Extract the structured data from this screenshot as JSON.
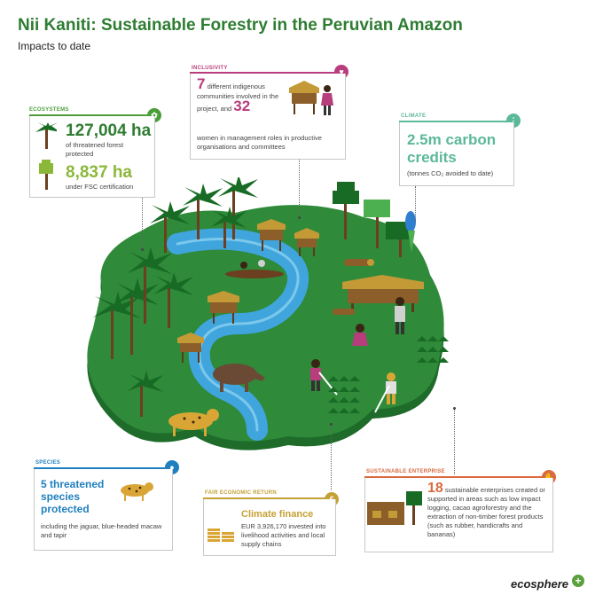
{
  "header": {
    "title": "Nii Kaniti: Sustainable Forestry in the Peruvian Amazon",
    "subtitle": "Impacts to date"
  },
  "colors": {
    "title_green": "#2e7d32",
    "ecosystems": "#4a9d3a",
    "inclusivity": "#b83d7c",
    "climate": "#5bb89a",
    "species": "#1f7fbf",
    "fair_economic": "#c4a136",
    "sustainable_enterprise": "#d96a3f",
    "forest_green": "#2f8a3a",
    "river_blue": "#3fa5dc"
  },
  "ecosystems": {
    "category": "ECOSYSTEMS",
    "icon": "leaf-icon",
    "stat1": {
      "value": "127,004 ha",
      "text": "of threatened forest protected",
      "icon": "palm-tree-icon"
    },
    "stat2": {
      "value": "8,837 ha",
      "text": "under FSC certification",
      "icon": "tree-icon"
    }
  },
  "inclusivity": {
    "category": "INCLUSIVITY",
    "icon": "heart-icon",
    "num1": "7",
    "text1": "different indigenous communities involved in the project, and",
    "num2": "32",
    "text2": "women in management roles in productive organisations and committees",
    "icons": [
      "stilt-house-icon",
      "woman-icon"
    ]
  },
  "climate": {
    "category": "CLIMATE",
    "icon": "thermometer-icon",
    "value": "2.5m carbon credits",
    "note": "(tonnes CO₂ avoided to date)"
  },
  "species": {
    "category": "SPECIES",
    "icon": "paw-icon",
    "value": "5 threatened species protected",
    "text": "including the jaguar, blue-headed macaw and tapir",
    "illustration": "jaguar-icon"
  },
  "fair_economic": {
    "category": "FAIR ECONOMIC RETURN",
    "icon": "euro-icon",
    "heading": "Climate finance",
    "text": "EUR 3,926,170 invested into livelihood activities and local supply chains",
    "illustration": "coin-stacks-icon"
  },
  "sustainable_enterprise": {
    "category": "SUSTAINABLE ENTERPRISE",
    "icon": "hand-icon",
    "num": "18",
    "text": "sustainable enterprises created or supported in areas such as low impact logging, cacao agroforestry and the extraction of non-timber forest products (such as rubber, handicrafts and bananas)",
    "illustration": "house-and-tree-icon"
  },
  "footer": {
    "logo": "ecosphere"
  }
}
